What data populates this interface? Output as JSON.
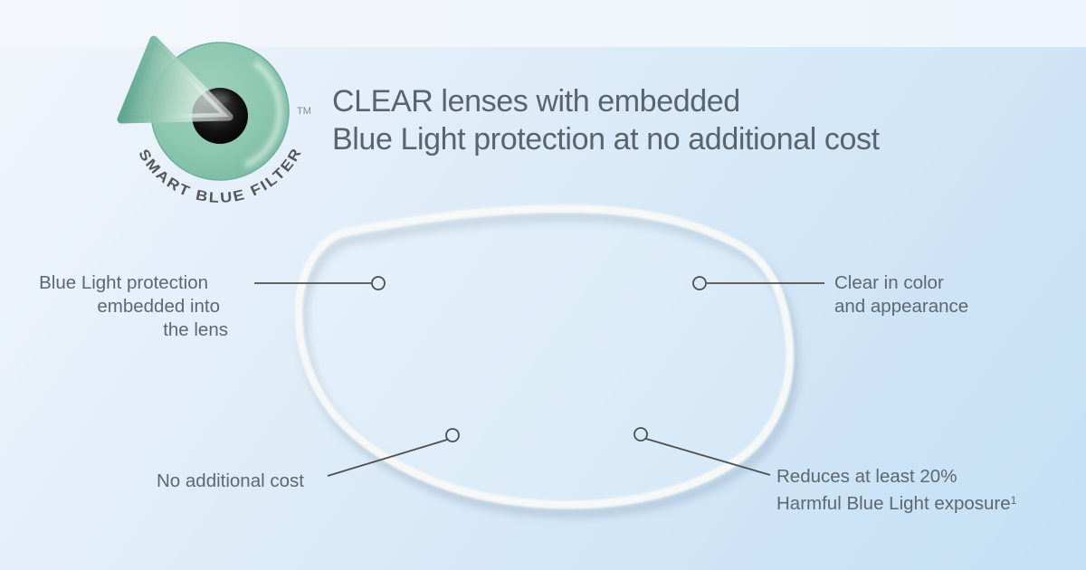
{
  "logo": {
    "brand": "SMART BLUE FILTER",
    "trademark": "TM"
  },
  "headline": {
    "line1": "CLEAR lenses with embedded",
    "line2": "Blue Light protection at no additional cost"
  },
  "callouts": {
    "embedded": {
      "line1": "Blue Light protection",
      "line2": "embedded into",
      "line3": "the lens"
    },
    "clear": {
      "line1": "Clear in color",
      "line2": "and appearance"
    },
    "cost": {
      "line1": "No additional cost"
    },
    "reduces": {
      "line1": "Reduces at least 20%",
      "line2": "Harmful Blue Light exposure",
      "footnote_marker": "1"
    }
  },
  "colors": {
    "brand_teal": "#8cc7b1",
    "brand_teal_dark": "#6fb096",
    "pupil_black": "#000000",
    "text_gray": "#5a646d",
    "callout_line_gray": "#4e4e4e",
    "lens_outline_white": "#f8f9f8",
    "bg_top_strip": "#f3f7fb",
    "bg_gradient_top": "#eff4fb",
    "bg_gradient_mid": "#dcebf8",
    "bg_gradient_bottom": "#c5e0f5"
  }
}
